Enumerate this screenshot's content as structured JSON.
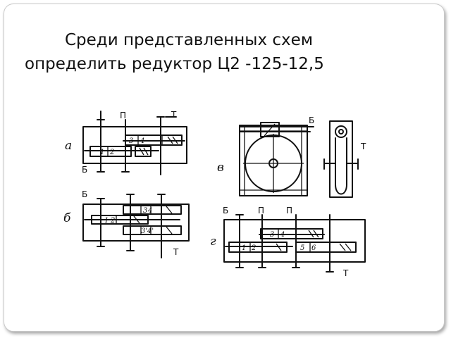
{
  "slide": {
    "title_line1": "Среди представленных схем",
    "title_line2": "определить редуктор  Ц2 -125-12,5"
  },
  "schemes": {
    "a": {
      "variant": "а",
      "shaft_P": "П",
      "shaft_T": "Т",
      "shaft_B": "Б",
      "gears": [
        "1",
        "2",
        "3",
        "4"
      ]
    },
    "b": {
      "variant": "б",
      "shaft_B": "Б",
      "shaft_T": "Т",
      "gears": [
        "1",
        "2",
        "3",
        "4",
        "3'",
        "4'"
      ]
    },
    "v": {
      "variant": "в",
      "shaft_B": "Б",
      "shaft_T": "Т"
    },
    "g": {
      "variant": "г",
      "shaft_B": "Б",
      "shaft_P1": "П",
      "shaft_P2": "П",
      "shaft_T": "Т",
      "gears": [
        "1",
        "2",
        "3",
        "4",
        "5",
        "6"
      ]
    }
  }
}
